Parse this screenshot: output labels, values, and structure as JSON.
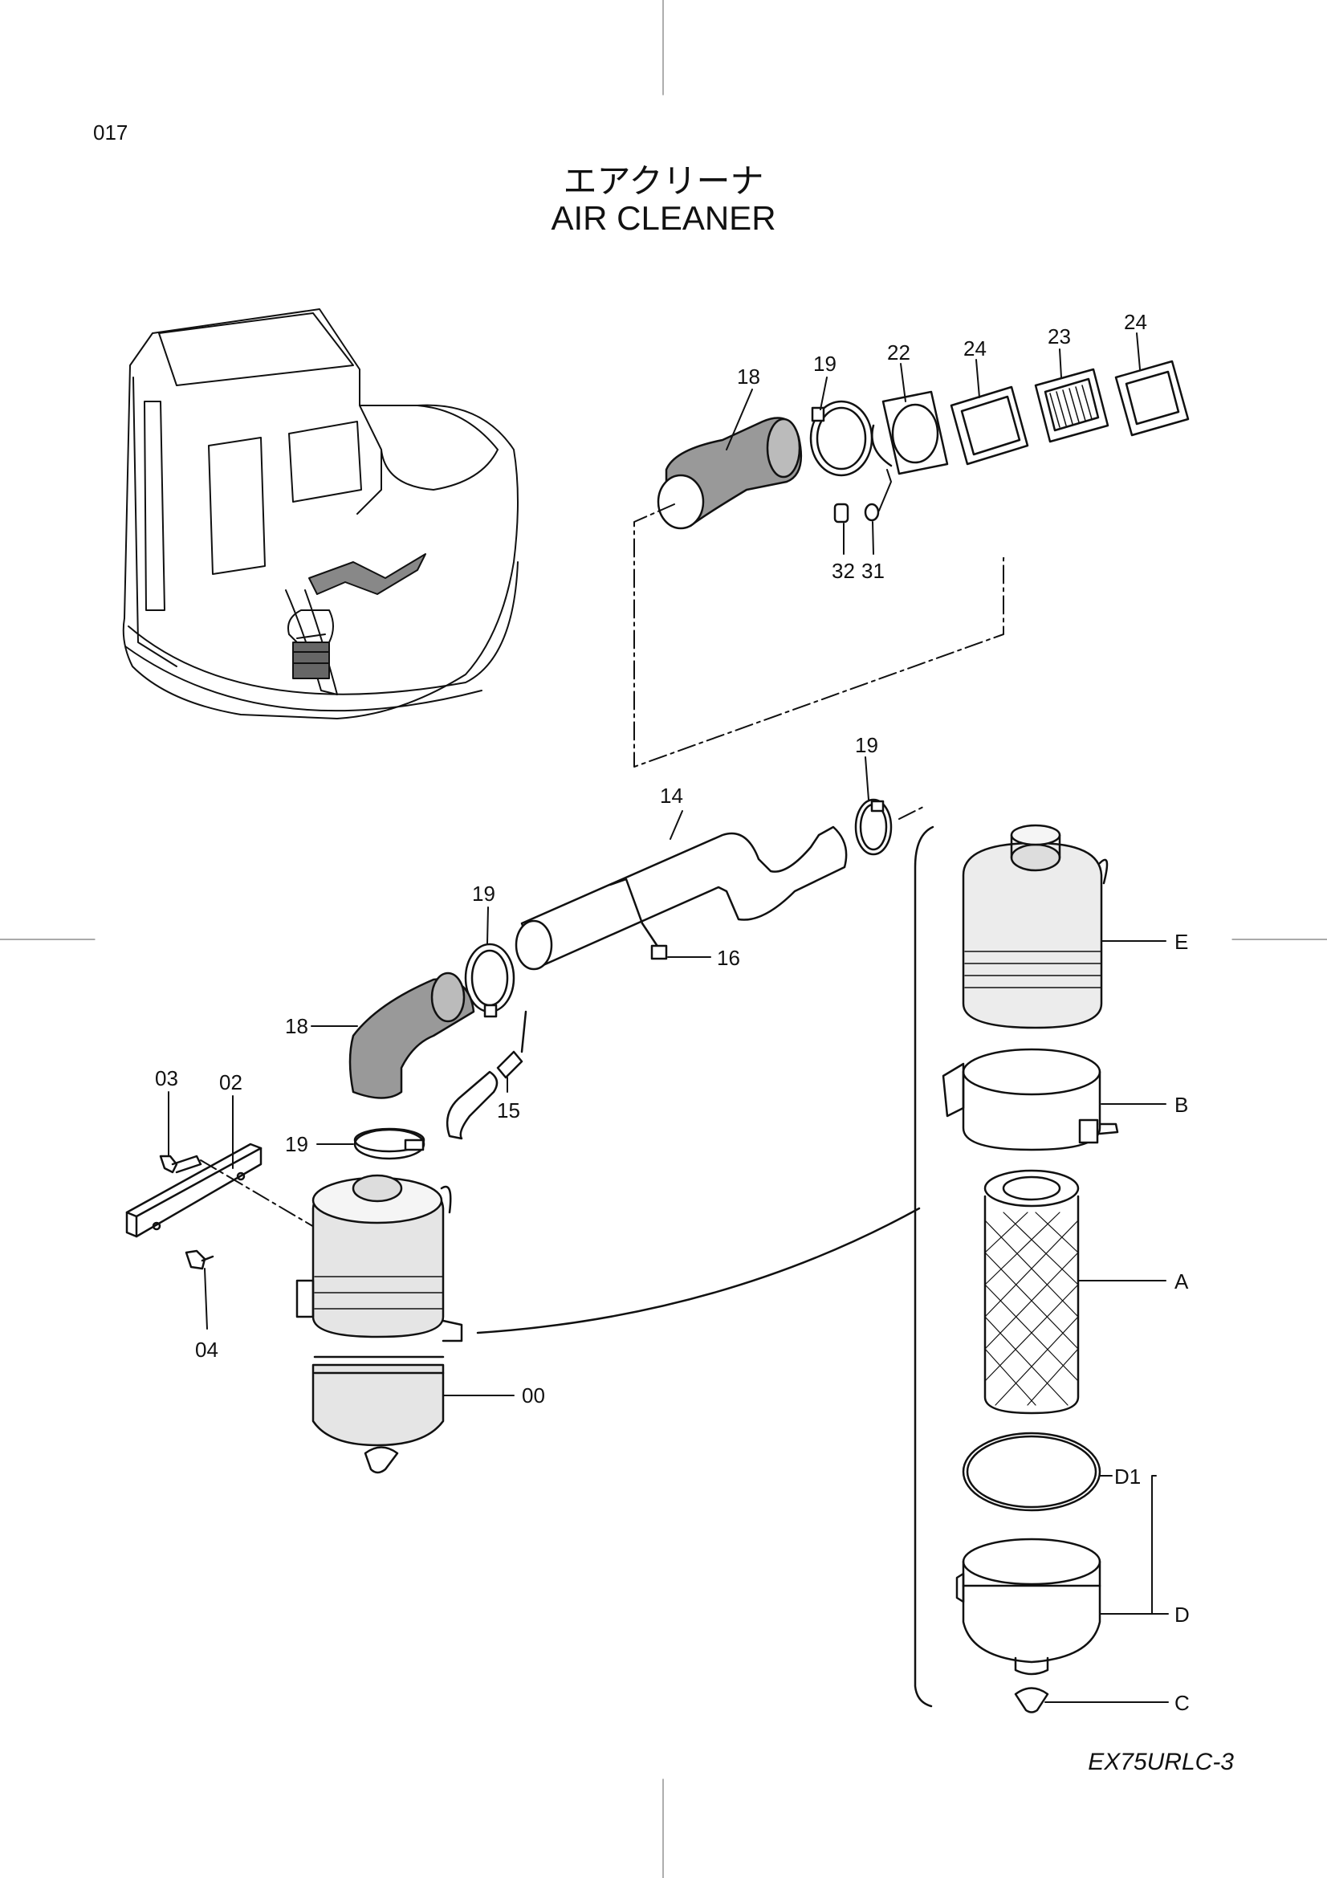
{
  "page_number": "017",
  "title_japanese": "エアクリーナ",
  "title_english": "AIR CLEANER",
  "model_code": "EX75URLC-3",
  "callouts": {
    "c18a": "18",
    "c19a": "19",
    "c22": "22",
    "c24a": "24",
    "c23": "23",
    "c24b": "24",
    "c32": "32",
    "c31": "31",
    "c14": "14",
    "c19b": "19",
    "c19c": "19",
    "c16": "16",
    "c18b": "18",
    "c15": "15",
    "c19d": "19",
    "c03": "03",
    "c02": "02",
    "c04": "04",
    "c00": "00",
    "cE": "E",
    "cB": "B",
    "cA": "A",
    "cD1": "D1",
    "cD": "D",
    "cC": "C"
  }
}
